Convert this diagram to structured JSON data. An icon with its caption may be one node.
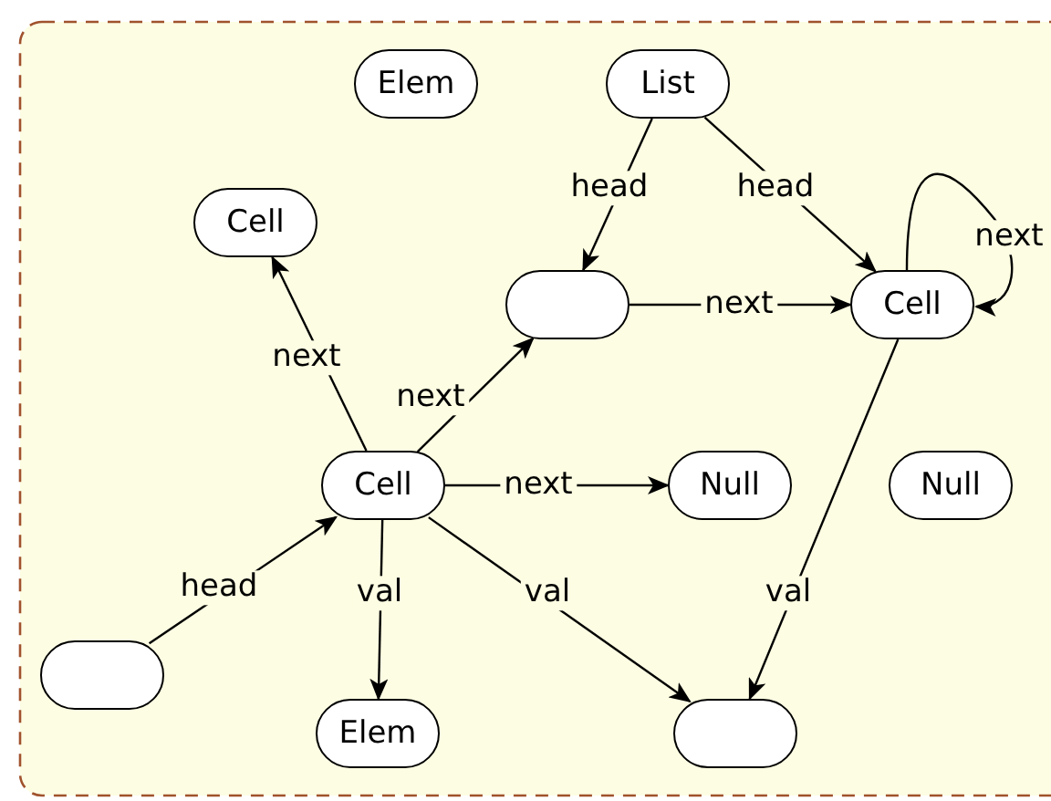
{
  "diagram": {
    "nodes": [
      {
        "text": [
          "Elem"
        ]
      },
      {
        "text": [
          "List"
        ]
      },
      {
        "text": [
          "Cell"
        ]
      },
      {
        "text": [],
        "shape": "box"
      },
      {
        "text": [
          "Cell"
        ]
      },
      {
        "text": [
          "Cell"
        ]
      },
      {
        "text": [
          "Null"
        ]
      },
      {
        "text": [
          "Null"
        ]
      },
      {
        "text": [],
        "shape": "box"
      },
      {
        "text": [
          "Elem"
        ]
      },
      {
        "text": [],
        "shape": "box"
      }
    ],
    "edges": [
      {
        "from": 1,
        "to": 3,
        "label": "head",
        "arrow": "to"
      },
      {
        "from": 1,
        "to": 4,
        "label": "head",
        "arrow": "to"
      },
      {
        "from": 3,
        "to": 4,
        "label": "next",
        "arrow": "to"
      },
      {
        "from": 4,
        "to": 4,
        "label": "next",
        "arrow": "to"
      },
      {
        "from": 4,
        "to": 10,
        "label": "val",
        "arrow": "to"
      },
      {
        "from": 5,
        "to": 2,
        "label": "next",
        "arrow": "to"
      },
      {
        "from": 5,
        "to": 3,
        "label": "next",
        "arrow": "to"
      },
      {
        "from": 5,
        "to": 6,
        "label": "next",
        "arrow": "to"
      },
      {
        "from": 5,
        "to": 9,
        "label": "val",
        "arrow": "to"
      },
      {
        "from": 5,
        "to": 10,
        "label": "val",
        "arrow": "to"
      },
      {
        "from": 8,
        "to": 5,
        "label": "head",
        "arrow": "to"
      }
    ]
  }
}
